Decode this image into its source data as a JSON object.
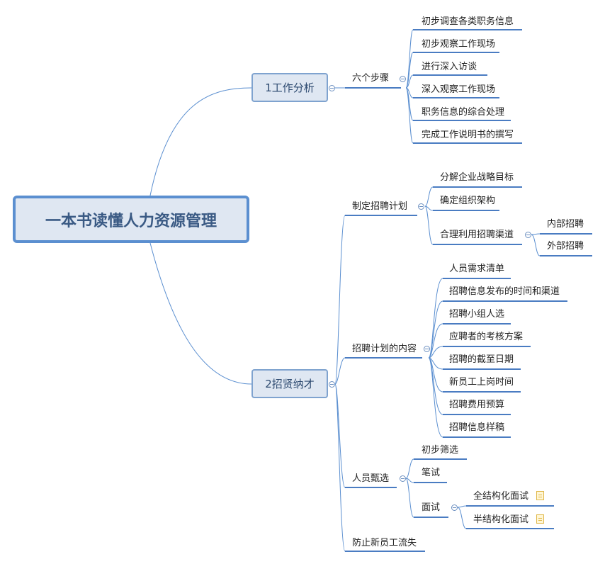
{
  "root": "一本书读懂人力资源管理",
  "branch1": {
    "label": "1工作分析",
    "child": "六个步骤",
    "steps": [
      "初步调查各类职务信息",
      "初步观察工作现场",
      "进行深入访谈",
      "深入观察工作现场",
      "职务信息的综合处理",
      "完成工作说明书的撰写"
    ]
  },
  "branch2": {
    "label": "2招贤纳才",
    "plan": {
      "label": "制定招聘计划",
      "items": [
        "分解企业战略目标",
        "确定组织架构",
        "合理利用招聘渠道"
      ],
      "channels": [
        "内部招聘",
        "外部招聘"
      ]
    },
    "content": {
      "label": "招聘计划的内容",
      "items": [
        "人员需求清单",
        "招聘信息发布的时间和渠道",
        "招聘小组人选",
        "应聘者的考核方案",
        "招聘的截至日期",
        "新员工上岗时间",
        "招聘费用预算",
        "招聘信息样稿"
      ]
    },
    "screen": {
      "label": "人员甄选",
      "items": [
        "初步筛选",
        "笔试",
        "面试"
      ],
      "interview": [
        "全结构化面试",
        "半结构化面试"
      ]
    },
    "retention": "防止新员工流失"
  },
  "colors": {
    "line": "#5b8fd0",
    "root_border": "#5b8fd0",
    "node_fill": "#dfe7f2",
    "underline": "#4a7cc2"
  },
  "icons": [
    "collapse-icon",
    "note-icon"
  ]
}
